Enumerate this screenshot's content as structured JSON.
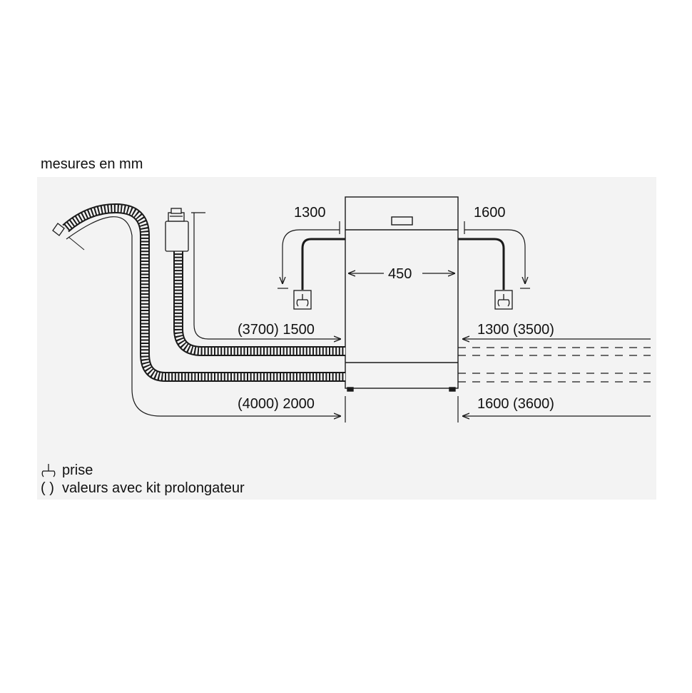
{
  "units_note": "mesures en mm",
  "dimensions": {
    "width": "450",
    "left_power_cord": "1300",
    "right_power_cord": "1600",
    "inlet_hose": "(3700) 1500",
    "drain_hose": "(4000) 2000",
    "right_inlet": "1300 (3500)",
    "right_drain": "1600 (3600)"
  },
  "legend": {
    "outlet_label": "prise",
    "extension_symbol": "( )",
    "extension_label": "valeurs avec kit prolongateur"
  },
  "colors": {
    "line": "#1a1a1a",
    "background": "#f3f3f3"
  }
}
